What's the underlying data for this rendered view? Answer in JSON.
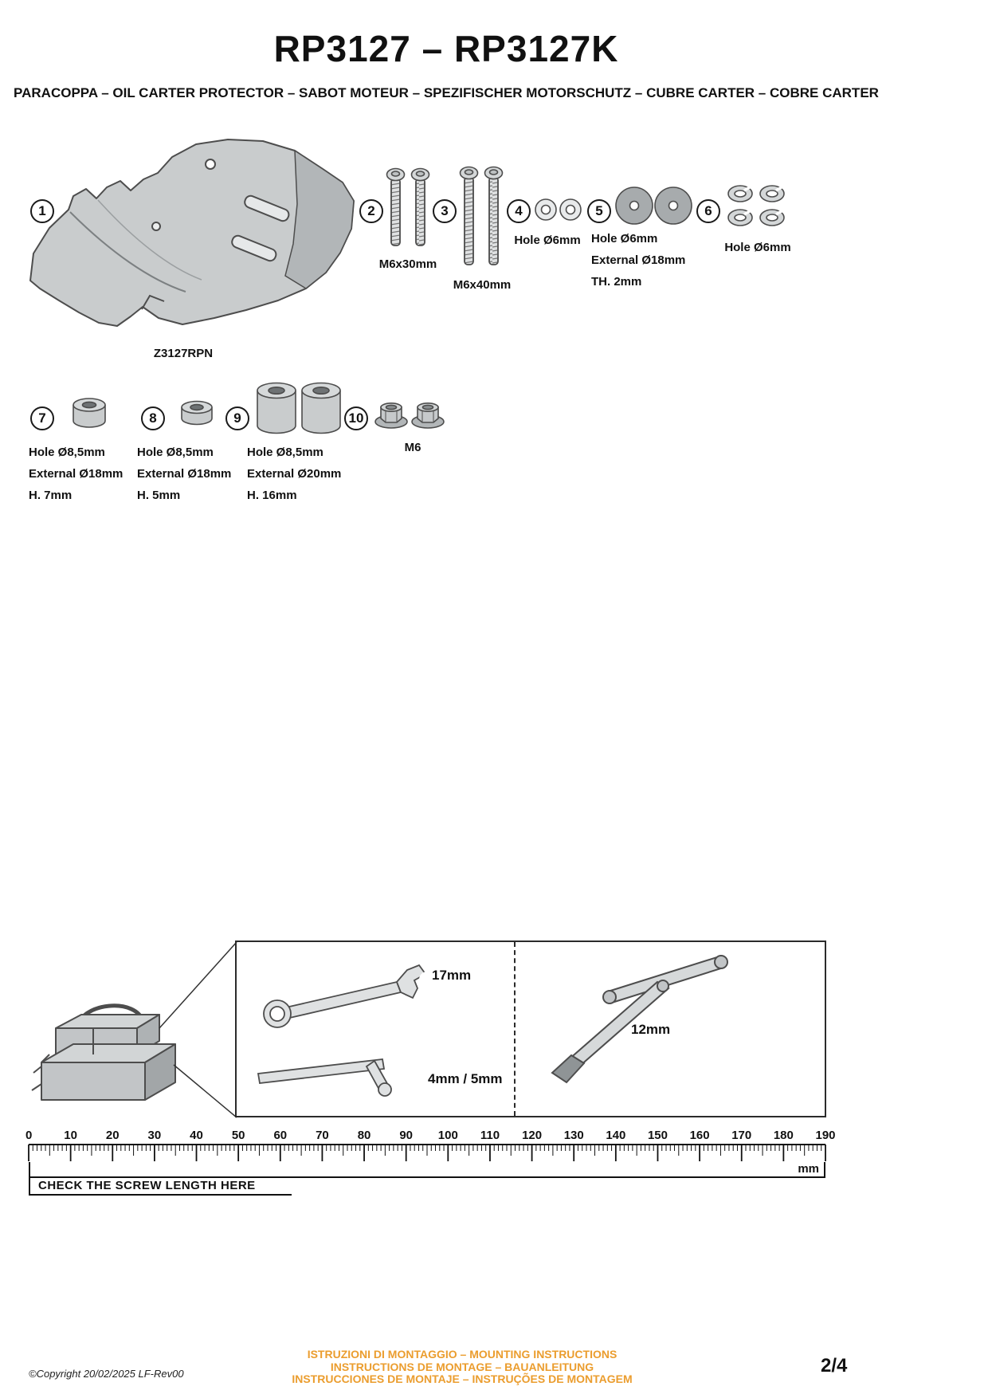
{
  "header": {
    "title": "RP3127 – RP3127K",
    "subtitle": "PARACOPPA – OIL CARTER PROTECTOR – SABOT MOTEUR – SPEZIFISCHER MOTORSCHUTZ – CUBRE CARTER – COBRE CARTER"
  },
  "parts": [
    {
      "num": "1",
      "name": "Z3127RPN"
    },
    {
      "num": "2",
      "label": "M6x30mm"
    },
    {
      "num": "3",
      "label": "M6x40mm"
    },
    {
      "num": "4",
      "label": "Hole Ø6mm"
    },
    {
      "num": "5",
      "lines": [
        "Hole Ø6mm",
        "External Ø18mm",
        "TH. 2mm"
      ]
    },
    {
      "num": "6",
      "label": "Hole Ø6mm"
    },
    {
      "num": "7",
      "lines": [
        "Hole Ø8,5mm",
        "External Ø18mm",
        "H. 7mm"
      ]
    },
    {
      "num": "8",
      "lines": [
        "Hole Ø8,5mm",
        "External Ø18mm",
        "H. 5mm"
      ]
    },
    {
      "num": "9",
      "lines": [
        "Hole Ø8,5mm",
        "External Ø20mm",
        "H. 16mm"
      ]
    },
    {
      "num": "10",
      "label": "M6"
    }
  ],
  "tools": {
    "combination_wrench": "17mm",
    "allen_key": "4mm / 5mm",
    "t_handle_wrench": "12mm"
  },
  "ruler": {
    "tick_labels": [
      "0",
      "10",
      "20",
      "30",
      "40",
      "50",
      "60",
      "70",
      "80",
      "90",
      "100",
      "110",
      "120",
      "130",
      "140",
      "150",
      "160",
      "170",
      "180",
      "190"
    ],
    "unit": "mm",
    "check_text": "CHECK THE SCREW LENGTH HERE"
  },
  "footer": {
    "copyright": "©Copyright 20/02/2025 LF-Rev00",
    "instructions_lines": [
      "ISTRUZIONI DI MONTAGGIO  –  MOUNTING INSTRUCTIONS",
      "INSTRUCTIONS DE MONTAGE – BAUANLEITUNG",
      "INSTRUCCIONES DE MONTAJE – INSTRUÇÕES DE MONTAGEM"
    ],
    "page_number": "2/4",
    "accent_color": "#EB9D2E"
  }
}
